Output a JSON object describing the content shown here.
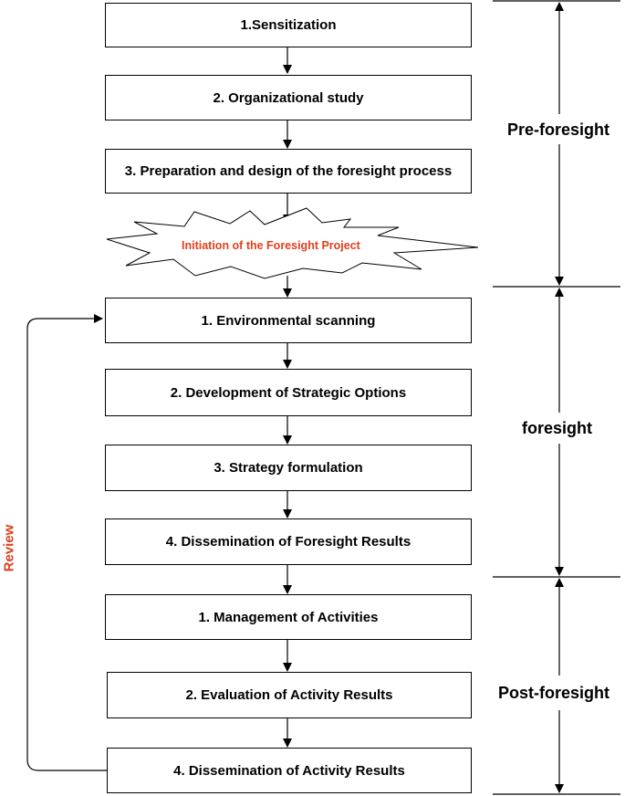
{
  "pre_steps": [
    "1.Sensitization",
    "2. Organizational study",
    "3. Preparation and design of the foresight process"
  ],
  "initiation_label": "Initiation of the Foresight Project",
  "foresight_steps": [
    "1. Environmental scanning",
    "2. Development of Strategic Options",
    "3. Strategy formulation",
    "4. Dissemination of Foresight Results"
  ],
  "post_steps": [
    "1. Management of Activities",
    "2. Evaluation of Activity Results",
    "4. Dissemination of Activity Results"
  ],
  "phases": {
    "pre": "Pre-foresight",
    "foresight": "foresight",
    "post": "Post-foresight"
  },
  "review_label": "Review",
  "colors": {
    "line": "#000000",
    "accent": "#e0401f"
  }
}
